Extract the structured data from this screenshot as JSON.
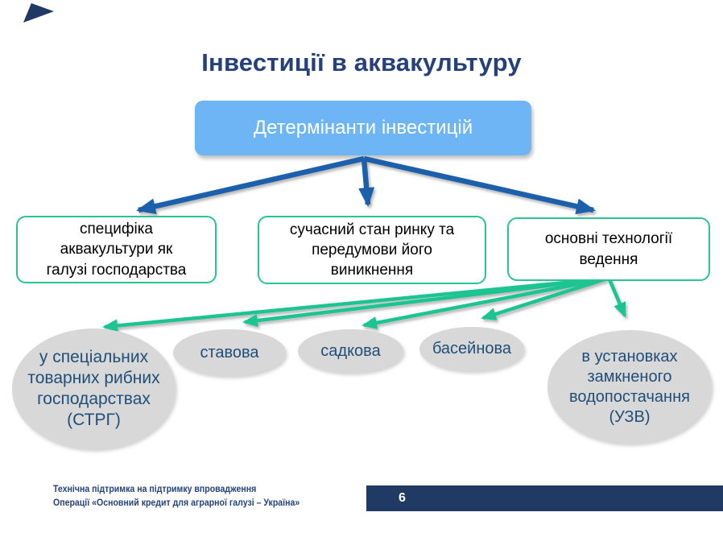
{
  "slide": {
    "title": "Інвестиції в аквакультуру",
    "root": {
      "label": "Детермінанти інвестицій"
    },
    "determinants": [
      {
        "label": "специфіка\nаквакультури як\nгалузі господарства"
      },
      {
        "label": "сучасний стан ринку та\nпередумови його\nвиникнення"
      },
      {
        "label": "основні технології\nведення"
      }
    ],
    "technologies": [
      {
        "label": "у спеціальних\nтоварних рибних\nгосподарствах\n(СТРГ)"
      },
      {
        "label": "ставова"
      },
      {
        "label": "садкова"
      },
      {
        "label": "басейнова"
      },
      {
        "label": "в установках\nзамкненого\nводопостачання\n(УЗВ)"
      }
    ],
    "footer": {
      "line1": "Технічна підтримка на підтримку впровадження",
      "line2": "Операції «Основний кредит для аграрної галузі – Україна»",
      "page_number": "6"
    },
    "colors": {
      "title_navy": "#26407A",
      "root_box_fill": "#6EB5F6",
      "connector_blue": "#1A5FAB",
      "outline_green": "#2AC48F",
      "ellipse_gray": "#D8D8D8",
      "ellipse_text_navy": "#1F4E79",
      "footer_bar_navy": "#203A64"
    }
  }
}
